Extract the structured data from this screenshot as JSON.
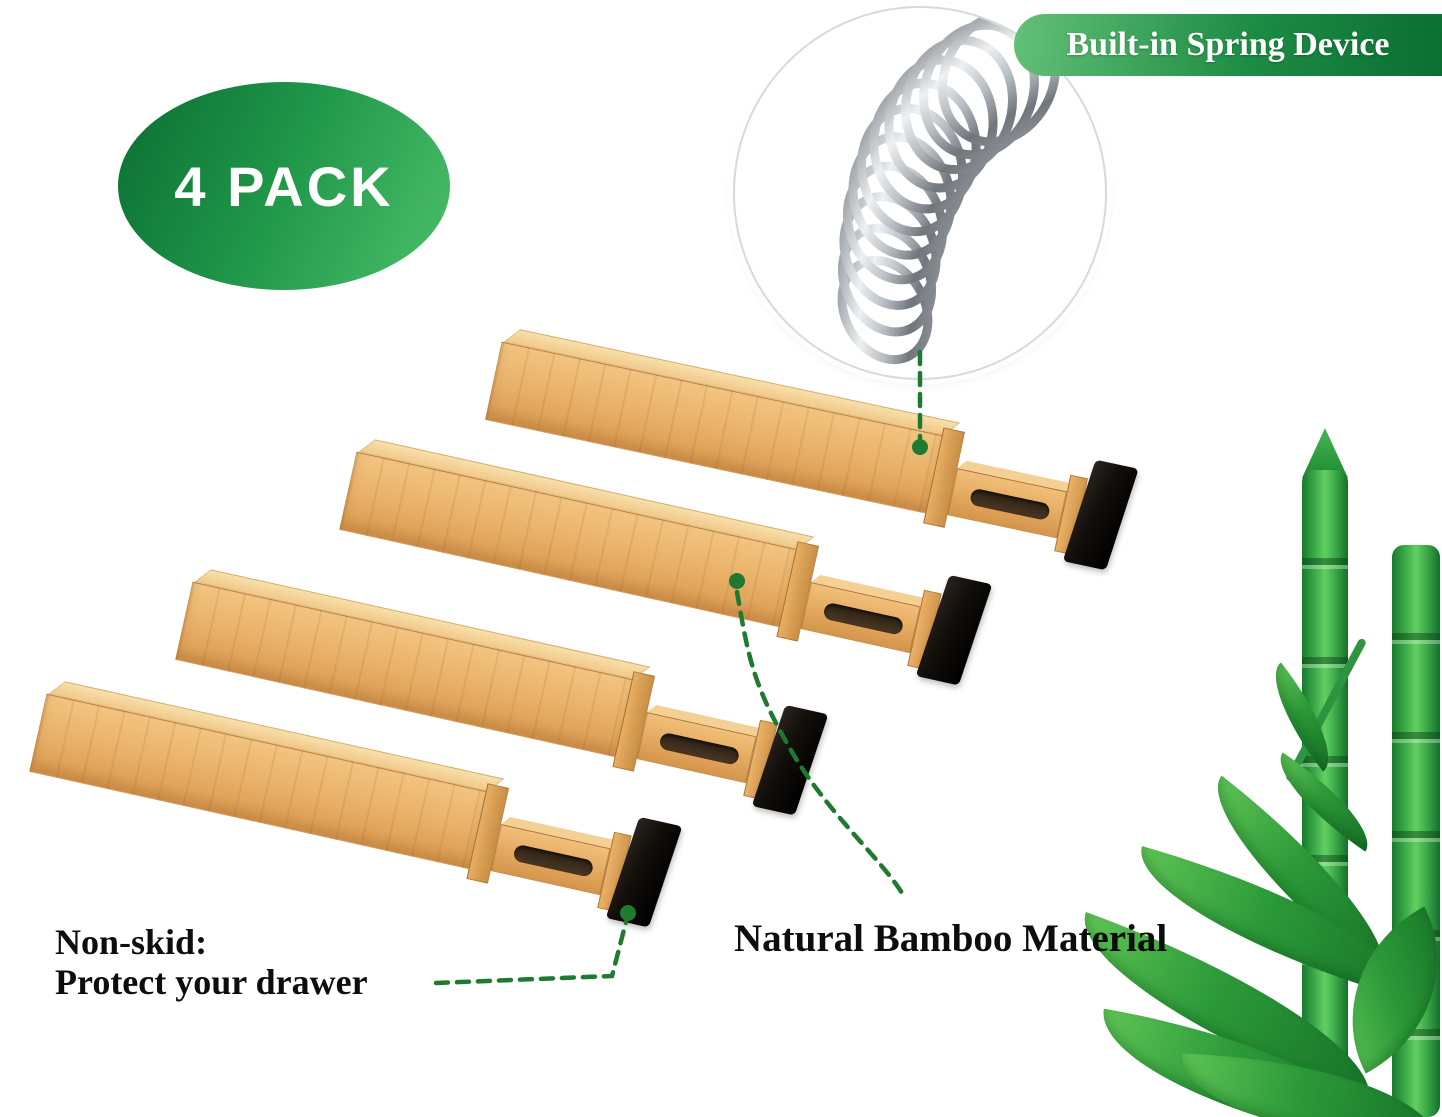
{
  "badge": {
    "label": "4 PACK"
  },
  "banner": {
    "label": "Built-in Spring Device"
  },
  "labels": {
    "material": "Natural Bamboo Material",
    "nonskid_title": "Non-skid:",
    "nonskid_subtitle": "Protect your drawer"
  },
  "product": {
    "visible_divider_count": 4
  },
  "colors": {
    "brand_green_dark": "#0b6e33",
    "brand_green_light": "#4cc06a",
    "annotation_green": "#1e7a30",
    "bamboo_light": "#f2c480",
    "bamboo_dark": "#d9994f",
    "cap_black": "#120e0a",
    "spring_silver": "#b9bfc4",
    "leaf_green": "#2c9a39",
    "text_black": "#0d0d0d",
    "background": "#ffffff"
  }
}
